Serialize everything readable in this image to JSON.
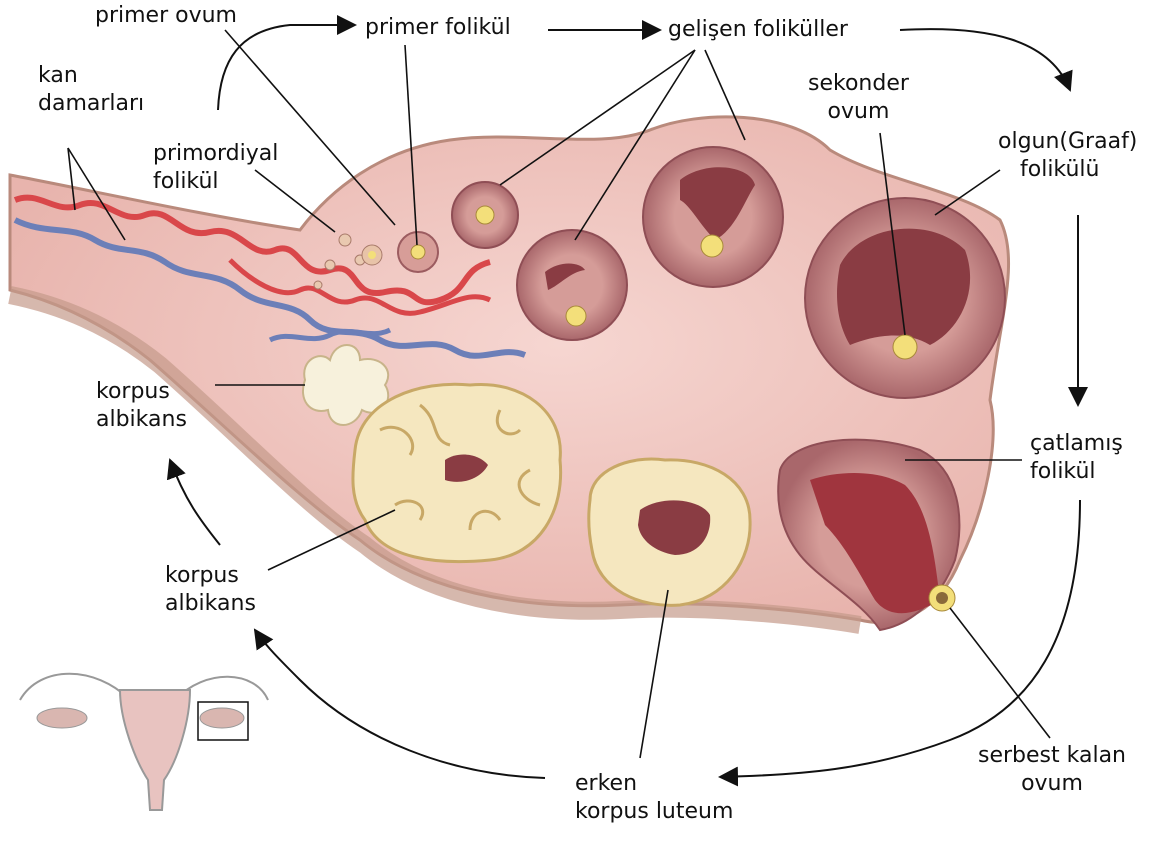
{
  "labels": {
    "primer_ovum": "primer ovum",
    "primer_folikul": "primer folikül",
    "gelisen_folikuller": "gelişen foliküller",
    "kan_damarlari": [
      "kan",
      "damarları"
    ],
    "primordiyal_folikul": [
      "primordiyal",
      "folikül"
    ],
    "sekonder_ovum": [
      "sekonder",
      "ovum"
    ],
    "olgun_graaf_folikulu": [
      "olgun(Graaf)",
      "folikülü"
    ],
    "korpus_albikans_top": [
      "korpus",
      "albikans"
    ],
    "catlamis_folikul": [
      "çatlamış",
      "folikül"
    ],
    "korpus_albikans_bottom": [
      "korpus",
      "albikans"
    ],
    "erken_korpus_luteum": [
      "erken",
      "korpus luteum"
    ],
    "serbest_kalan_ovum": [
      "serbest kalan",
      "ovum"
    ]
  },
  "colors": {
    "ovary_tissue": "#f2c9c4",
    "ovary_edge": "#b98a7c",
    "artery": "#d9474a",
    "vein": "#6c7fb8",
    "follicle": "#c98a8a",
    "follicle_cavity": "#8a3c43",
    "corpus": "#f5e7bf",
    "ovum": "#f3df7a"
  }
}
